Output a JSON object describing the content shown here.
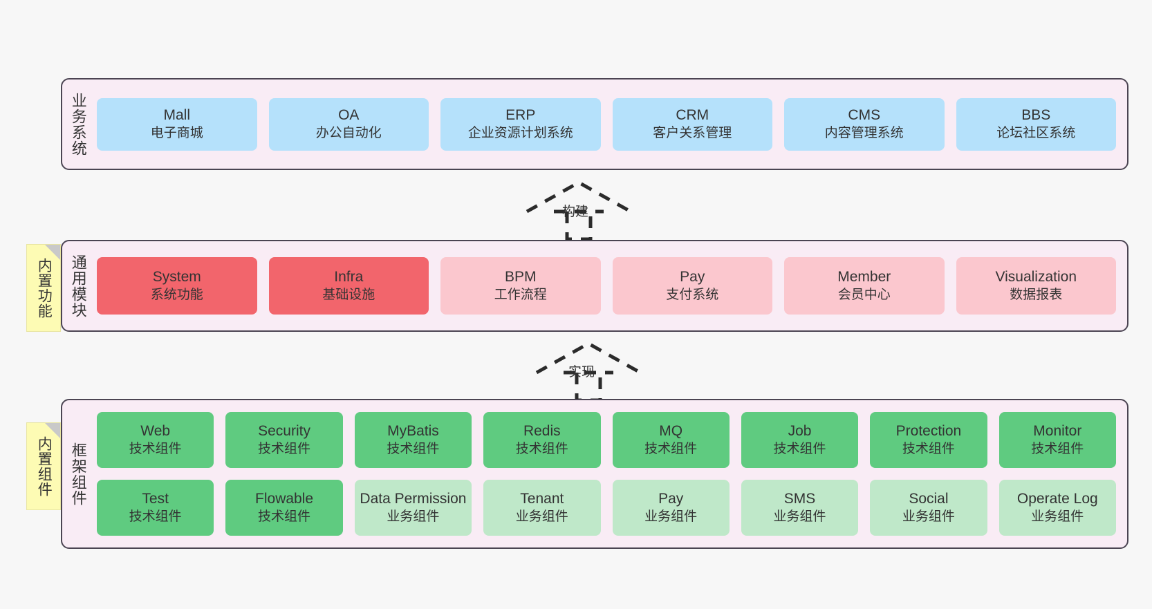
{
  "layers": [
    {
      "id": "business",
      "title": "业务系统",
      "rows": [
        [
          {
            "name": "Mall",
            "desc": "电子商城"
          },
          {
            "name": "OA",
            "desc": "办公自动化"
          },
          {
            "name": "ERP",
            "desc": "企业资源计划系统"
          },
          {
            "name": "CRM",
            "desc": "客户关系管理"
          },
          {
            "name": "CMS",
            "desc": "内容管理系统"
          },
          {
            "name": "BBS",
            "desc": "论坛社区系统"
          }
        ]
      ]
    },
    {
      "id": "modules",
      "title": "通用模块",
      "note": "内置功能",
      "rows": [
        [
          {
            "name": "System",
            "desc": "系统功能",
            "variant": "strong"
          },
          {
            "name": "Infra",
            "desc": "基础设施",
            "variant": "strong"
          },
          {
            "name": "BPM",
            "desc": "工作流程",
            "variant": "soft"
          },
          {
            "name": "Pay",
            "desc": "支付系统",
            "variant": "soft"
          },
          {
            "name": "Member",
            "desc": "会员中心",
            "variant": "soft"
          },
          {
            "name": "Visualization",
            "desc": "数据报表",
            "variant": "soft"
          }
        ]
      ]
    },
    {
      "id": "framework",
      "title": "框架组件",
      "note": "内置组件",
      "rows": [
        [
          {
            "name": "Web",
            "desc": "技术组件",
            "variant": "tech"
          },
          {
            "name": "Security",
            "desc": "技术组件",
            "variant": "tech"
          },
          {
            "name": "MyBatis",
            "desc": "技术组件",
            "variant": "tech"
          },
          {
            "name": "Redis",
            "desc": "技术组件",
            "variant": "tech"
          },
          {
            "name": "MQ",
            "desc": "技术组件",
            "variant": "tech"
          },
          {
            "name": "Job",
            "desc": "技术组件",
            "variant": "tech"
          },
          {
            "name": "Protection",
            "desc": "技术组件",
            "variant": "tech"
          },
          {
            "name": "Monitor",
            "desc": "技术组件",
            "variant": "tech"
          }
        ],
        [
          {
            "name": "Test",
            "desc": "技术组件",
            "variant": "tech"
          },
          {
            "name": "Flowable",
            "desc": "技术组件",
            "variant": "tech"
          },
          {
            "name": "Data Permission",
            "desc": "业务组件",
            "variant": "biz"
          },
          {
            "name": "Tenant",
            "desc": "业务组件",
            "variant": "biz"
          },
          {
            "name": "Pay",
            "desc": "业务组件",
            "variant": "biz"
          },
          {
            "name": "SMS",
            "desc": "业务组件",
            "variant": "biz"
          },
          {
            "name": "Social",
            "desc": "业务组件",
            "variant": "biz"
          },
          {
            "name": "Operate Log",
            "desc": "业务组件",
            "variant": "biz"
          }
        ]
      ]
    }
  ],
  "arrows": [
    {
      "id": "build",
      "label": "构建"
    },
    {
      "id": "impl",
      "label": "实现"
    }
  ],
  "colors": {
    "canvas": "#f7f7f7",
    "layer_fill": "#f9ecf5",
    "layer_border": "#4b4452",
    "business_box": "#b5e1fb",
    "module_strong": "#f2656c",
    "module_soft": "#fbc7ce",
    "framework_tech": "#5fcb80",
    "framework_biz": "#bfe8c9",
    "note_fill": "#fdfbb4",
    "note_fold": "#c9c9c9",
    "text": "#333333"
  }
}
